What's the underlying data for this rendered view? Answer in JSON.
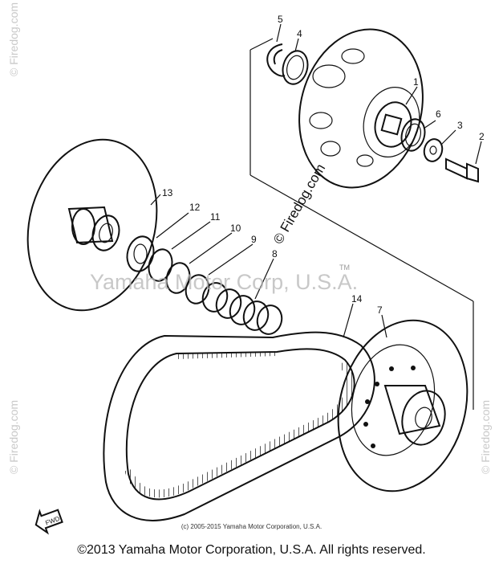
{
  "watermarks": {
    "firedog_center": "© Firedog.com",
    "firedog_side": "© Firedog.com",
    "yamaha_overlay": "Yamaha Motor Corp, U.S.A.",
    "tm": "TM"
  },
  "callouts": [
    {
      "id": "1",
      "text": "1"
    },
    {
      "id": "2",
      "text": "2"
    },
    {
      "id": "3",
      "text": "3"
    },
    {
      "id": "4",
      "text": "4"
    },
    {
      "id": "5",
      "text": "5"
    },
    {
      "id": "6",
      "text": "6"
    },
    {
      "id": "7",
      "text": "7"
    },
    {
      "id": "8",
      "text": "8"
    },
    {
      "id": "9",
      "text": "9"
    },
    {
      "id": "10",
      "text": "10"
    },
    {
      "id": "11",
      "text": "11"
    },
    {
      "id": "12",
      "text": "12"
    },
    {
      "id": "13",
      "text": "13"
    },
    {
      "id": "14",
      "text": "14"
    }
  ],
  "fwd_label": "FWD",
  "copyright_small": "(c) 2005-2015 Yamaha Motor Corporation, U.S.A.",
  "copyright_main": "©2013 Yamaha Motor Corporation, U.S.A. All rights reserved."
}
